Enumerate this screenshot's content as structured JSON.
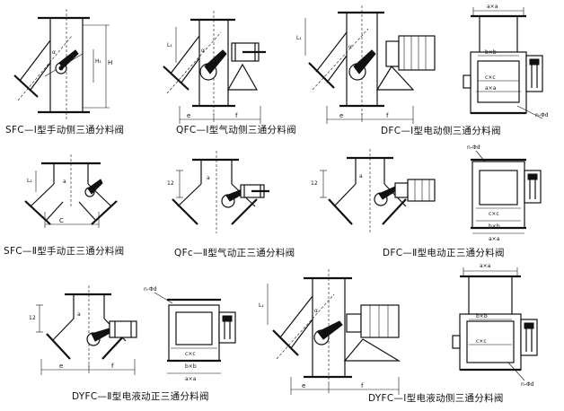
{
  "captions": {
    "c1": "SFC—I型手动侧三通分料阀",
    "c2": "QFC—I型气动侧三通分料阀",
    "c3": "DFC—I型电动侧三通分料阀",
    "c4": "SFC—Ⅱ型手动正三通分料阀",
    "c5": "QFc—Ⅱ型气动正三通分料阀",
    "c6": "DFC—Ⅱ型电动正三通分料阀",
    "c7": "DYFC—Ⅱ型电液动正三通分料阀",
    "c8": "DYFC—I型电液动侧三通分料阀"
  },
  "labels": {
    "e": "e",
    "f": "f",
    "c": "C",
    "h": "H",
    "h1": "H₁",
    "l1": "L₁",
    "l2": "L₂",
    "n12": "12",
    "a": "a",
    "alpha": "α",
    "axa": "a×a",
    "bxb": "b×b",
    "cxc": "c×c",
    "nphid": "n-Φd"
  }
}
